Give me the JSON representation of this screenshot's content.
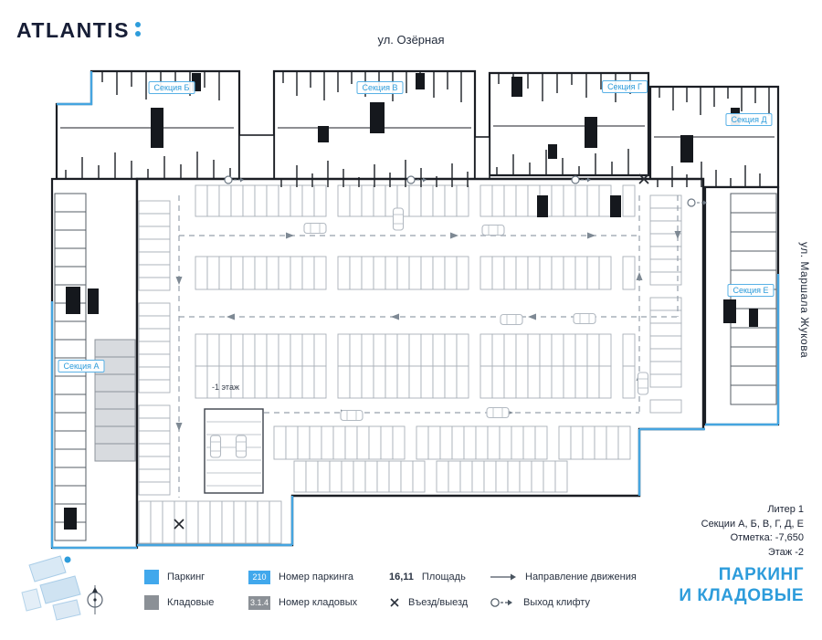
{
  "logo": {
    "text": "ATLANTIS"
  },
  "streets": {
    "top": "ул. Озёрная",
    "right": "ул. Маршала Жукова"
  },
  "plan": {
    "floor_label": "-1 этаж",
    "sections": [
      {
        "label": "Секция Б"
      },
      {
        "label": "Секция В"
      },
      {
        "label": "Секция Г"
      },
      {
        "label": "Секция Д"
      },
      {
        "label": "Секция Е"
      },
      {
        "label": "Секция А"
      }
    ]
  },
  "info": {
    "liter": "Литер 1",
    "sections_line": "Секции А, Б, В, Г, Д, Е",
    "mark": "Отметка: -7,650",
    "floor": "Этаж -2"
  },
  "legend": {
    "parking_label": "Паркинг",
    "storage_label": "Кладовые",
    "parking_number_sample": "210",
    "parking_number_label": "Номер паркинга",
    "storage_number_sample": "3.1.4",
    "storage_number_label": "Номер кладовых",
    "area_sample": "16,11",
    "area_label": "Площадь",
    "entry_exit_label": "Въезд/выезд",
    "direction_label": "Направление движения",
    "lift_exit_label": "Выход клифту"
  },
  "title": {
    "line1": "ПАРКИНГ",
    "line2": "И КЛАДОВЫЕ"
  },
  "colors": {
    "accent_blue": "#2D9CDB",
    "legend_blue": "#41A8EC",
    "legend_gray": "#8B9096",
    "navy": "#1B2334"
  }
}
